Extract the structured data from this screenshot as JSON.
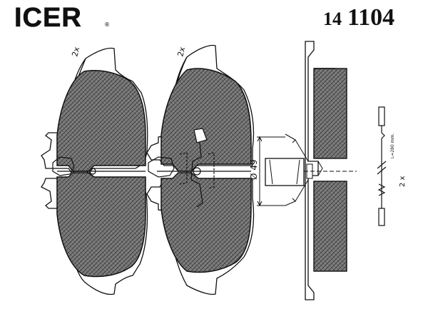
{
  "brand": {
    "logo": "ICER",
    "registered": "®"
  },
  "part_number": {
    "prefix": "14",
    "number": "1104"
  },
  "labels": {
    "qty_left_pad": "2x",
    "qty_right_pad": "2x",
    "diameter": "Ø 49",
    "sensor_length": "L=280 mm.",
    "sensor_qty": "2 x"
  },
  "colors": {
    "line": "#111111",
    "friction_fill": "#7d7d7d",
    "background": "#ffffff"
  }
}
